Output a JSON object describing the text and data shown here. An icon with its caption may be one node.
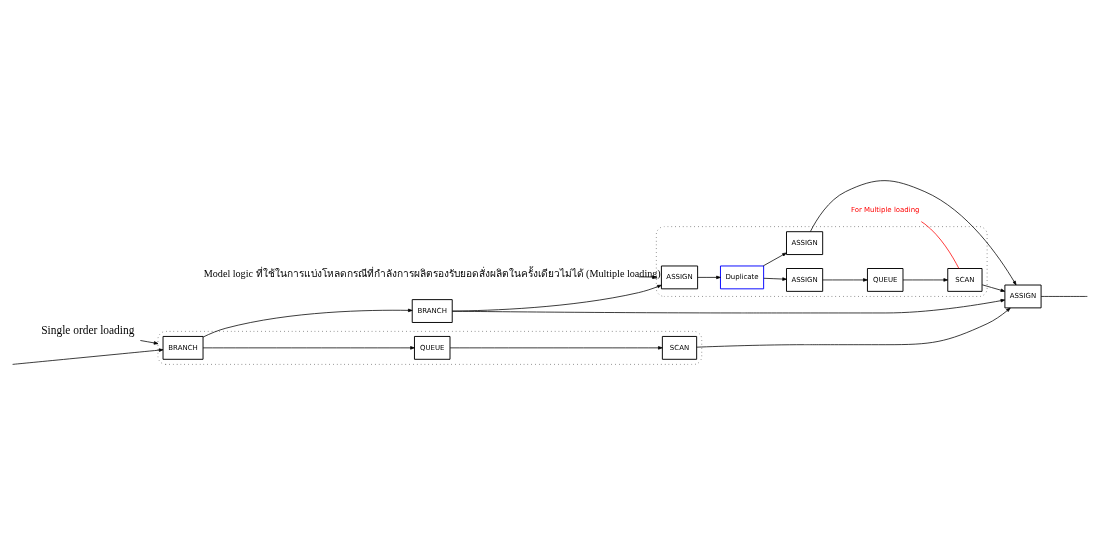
{
  "diagram": {
    "nodes": [
      {
        "text": [],
        "shape": "ellipse"
      },
      {
        "text": [
          "BRANCH"
        ],
        "in": 0
      },
      {
        "text": [
          "QUEUE"
        ],
        "in": 0
      },
      {
        "text": [
          "SCAN"
        ],
        "in": 0
      },
      {
        "text": [],
        "shape": "ellipse"
      },
      {
        "text": [
          "ASSIGN"
        ],
        "in": 4
      },
      {
        "text": [
          "Duplicate"
        ],
        "in": 4
      },
      {
        "text": [
          "ASSIGN"
        ],
        "in": 4
      },
      {
        "text": [
          "QUEUE"
        ],
        "in": 4
      },
      {
        "text": [
          "SCAN"
        ],
        "in": 4
      },
      {
        "text": [
          "ASSIGN"
        ],
        "in": 4
      },
      {
        "text": [
          "BRANCH"
        ]
      },
      {
        "text": [
          "ASSIGN"
        ]
      },
      {
        "text": [
          "For Multiple loading"
        ]
      },
      {
        "text": [
          "Single order loading"
        ]
      },
      {
        "text": [
          "Model logic ที่ใช้ในการแบ่งโหลดกรณีที่กำลังการผลิตรองรับยอดสั่งผลิตในครั้งเดียวไม่ได้ (Multiple loading)"
        ]
      }
    ],
    "edges": [
      {
        "from": null,
        "to": 1,
        "arrow": "to"
      },
      {
        "from": 1,
        "to": 11,
        "arrow": "to"
      },
      {
        "from": 1,
        "to": 2,
        "arrow": "to"
      },
      {
        "from": 2,
        "to": 3,
        "arrow": "to"
      },
      {
        "from": 3,
        "to": 12,
        "arrow": "to"
      },
      {
        "from": 11,
        "to": 5,
        "arrow": "to"
      },
      {
        "from": 11,
        "to": 12,
        "arrow": "to"
      },
      {
        "from": 5,
        "to": 6,
        "arrow": "to"
      },
      {
        "from": 6,
        "to": 7,
        "arrow": "to"
      },
      {
        "from": 6,
        "to": 10,
        "arrow": "to"
      },
      {
        "from": 7,
        "to": 8,
        "arrow": "to"
      },
      {
        "from": 8,
        "to": 9,
        "arrow": "to"
      },
      {
        "from": 9,
        "to": 12,
        "arrow": "to"
      },
      {
        "from": 10,
        "to": 12,
        "arrow": "to"
      },
      {
        "from": 12,
        "to": null,
        "arrow": "none"
      },
      {
        "from": 13,
        "to": 9,
        "arrow": "none",
        "color": "#ff0000"
      },
      {
        "from": 14,
        "to": 0,
        "arrow": "to"
      },
      {
        "from": 15,
        "to": 4,
        "arrow": "to"
      }
    ]
  }
}
